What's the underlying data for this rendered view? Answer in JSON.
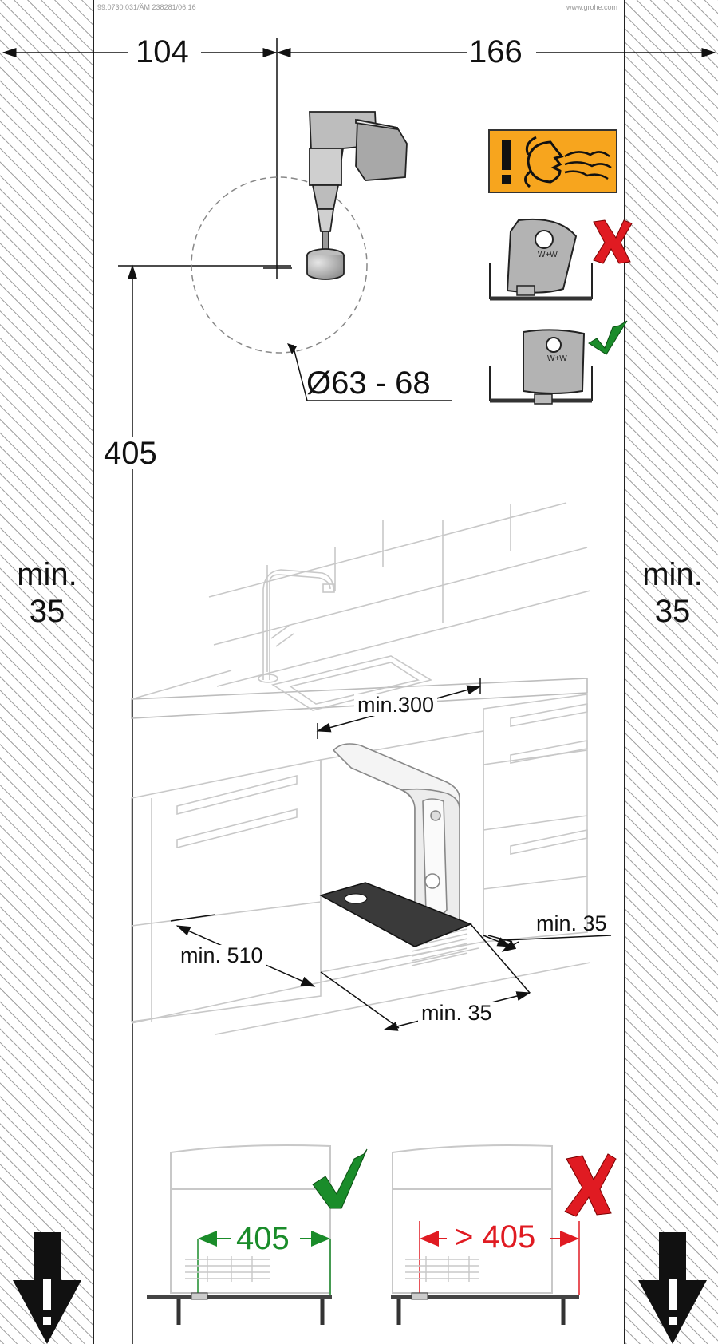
{
  "header": {
    "doc_code": "99.0730.031/ÄM 238281/06.16",
    "website": "www.grohe.com"
  },
  "dimensions": {
    "top_left": "104",
    "top_right": "166",
    "height": "405",
    "diameter": "Ø63 - 68",
    "side_left": [
      "min.",
      "35"
    ],
    "side_right": [
      "min.",
      "35"
    ],
    "width_min": "min.300",
    "depth_min": "min. 510",
    "back_gap": "min. 35",
    "side_gap": "min. 35",
    "good_width": "405",
    "bad_width": "> 405"
  },
  "colors": {
    "warning_orange": "#F7A51E",
    "ok_green": "#1A8C2A",
    "bad_red": "#E01B22",
    "hatch": "#9a9a9a"
  },
  "icons": [
    "drill-icon",
    "blast-warning-icon",
    "tilted-device-icon",
    "upright-device-icon",
    "check-icon",
    "cross-icon",
    "warning-arrow-icon"
  ]
}
